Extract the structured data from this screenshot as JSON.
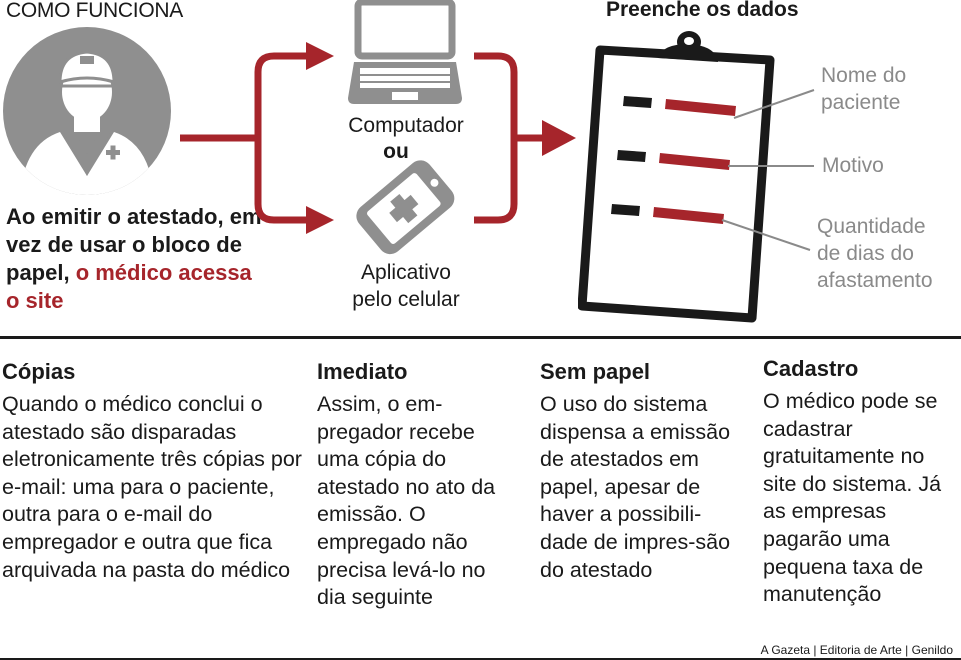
{
  "header": {
    "title": "COMO FUNCIONA",
    "doc_title": "Preenche os dados"
  },
  "intro": {
    "text_main": "Ao emitir o atestado, em vez de usar o bloco de papel, ",
    "text_highlight": "o médico acessa o site"
  },
  "devices": {
    "computer": "Computador",
    "or": "ou",
    "app_line1": "Aplicativo",
    "app_line2": "pelo celular"
  },
  "fields": {
    "name_line1": "Nome do",
    "name_line2": "paciente",
    "reason": "Motivo",
    "days_line1": "Quantidade",
    "days_line2": "de dias do",
    "days_line3": "afastamento"
  },
  "columns": [
    {
      "title": "Cópias",
      "body": "Quando o médico conclui o atestado são disparadas eletronicamente três cópias por e-mail: uma para o paciente, outra para o e-mail do empregador e outra que fica arquivada na pasta do médico"
    },
    {
      "title": "Imediato",
      "body": "Assim, o em-pregador recebe uma cópia do atestado no ato da emissão. O empregado não precisa levá-lo no dia seguinte"
    },
    {
      "title": "Sem papel",
      "body": "O uso do sistema dispensa a emissão de atestados em papel, apesar de haver a possibili-dade de impres-são do atestado"
    },
    {
      "title": "Cadastro",
      "body": "O médico pode se cadastrar gratuitamente no site do sistema. Já as empresas pagarão uma pequena taxa de manutenção"
    }
  ],
  "credit": "A Gazeta | Editoria de Arte | Genildo",
  "colors": {
    "accent_red": "#a6252b",
    "icon_gray": "#8f8f8f",
    "text_dark": "#1a1a1a",
    "label_gray": "#8a8a8a"
  },
  "icons": {
    "doctor": "doctor-avatar-icon",
    "laptop": "laptop-icon",
    "phone": "smartphone-medical-icon",
    "clipboard": "clipboard-form-icon"
  }
}
